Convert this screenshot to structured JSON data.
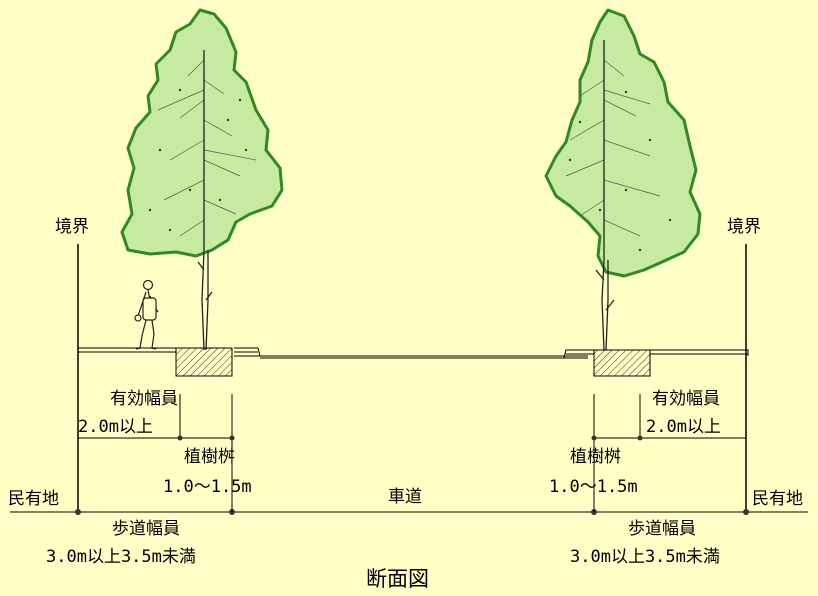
{
  "title": "断面図",
  "left": {
    "boundary": "境界",
    "private_land": "民有地",
    "effective_width": "有効幅員",
    "effective_width_value": "2.0m以上",
    "planter": "植樹桝",
    "planter_value": "1.0～1.5m",
    "sidewalk_width": "歩道幅員",
    "sidewalk_width_value": "3.0m以上3.5m未満"
  },
  "center": {
    "roadway": "車道"
  },
  "right": {
    "boundary": "境界",
    "private_land": "民有地",
    "effective_width": "有効幅員",
    "effective_width_value": "2.0m以上",
    "planter": "植樹桝",
    "planter_value": "1.0～1.5m",
    "sidewalk_width": "歩道幅員",
    "sidewalk_width_value": "3.0m以上3.5m未満"
  },
  "colors": {
    "background": "#ffffc6",
    "canopy_fill": "#c5eaa0",
    "canopy_outline": "#2f8a22"
  }
}
